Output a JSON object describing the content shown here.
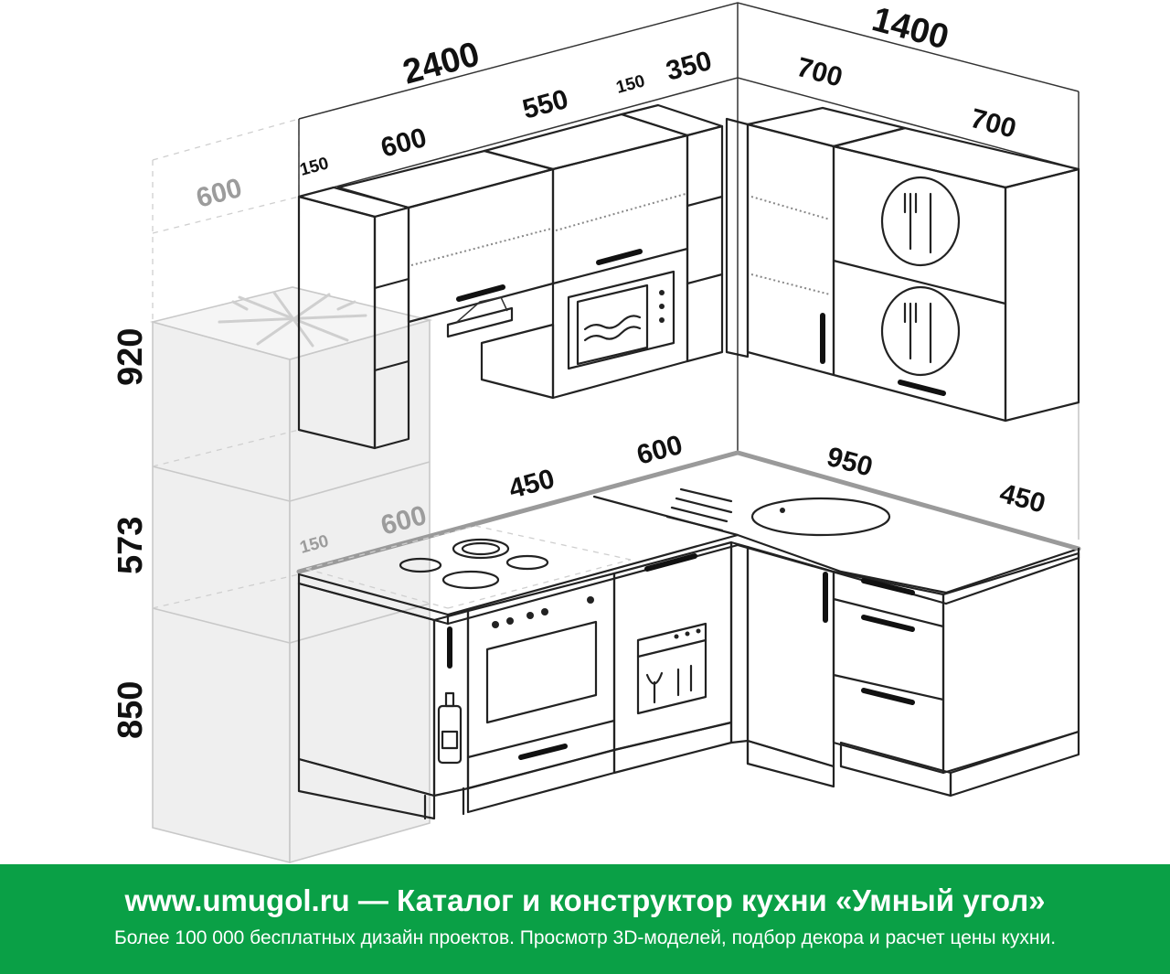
{
  "dimensions": {
    "top_total": "2400",
    "top_right_total": "1400",
    "wall_150_left": "150",
    "wall_600": "600",
    "wall_550": "550",
    "wall_150_mid": "150",
    "wall_350": "350",
    "wall_700_a": "700",
    "wall_700_b": "700",
    "fridge_depth": "600",
    "height_920": "920",
    "height_573": "573",
    "height_850": "850",
    "base_150": "150",
    "base_600": "600",
    "base_450_left": "450",
    "base_600_mid": "600",
    "base_950": "950",
    "base_450_right": "450"
  },
  "footer": {
    "title": "www.umugol.ru — Каталог и конструктор кухни «Умный угол»",
    "subtitle": "Более 100 000 бесплатных дизайн проектов. Просмотр 3D-моделей, подбор декора и расчет цены кухни."
  },
  "colors": {
    "footer_bg": "#0aa046",
    "line": "#222222",
    "ghost": "#c8c8c8"
  }
}
